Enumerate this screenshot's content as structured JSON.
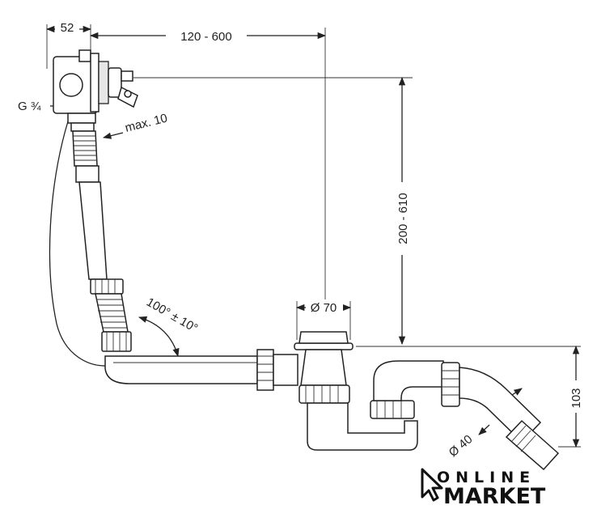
{
  "dimensions": {
    "width_flange": "52",
    "reach": "120 - 600",
    "thread": "G ¾",
    "max_offset": "max. 10",
    "height": "200 - 610",
    "angle": "100° ± 10°",
    "waste_diameter": "Ø 70",
    "trap_height": "103",
    "outlet_diameter": "Ø 40"
  },
  "logo": {
    "line1": "ONLINE",
    "line2": "MARKET"
  }
}
